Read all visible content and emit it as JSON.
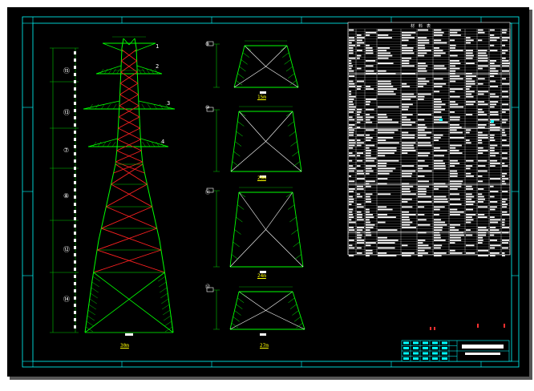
{
  "colors": {
    "background": "#000000",
    "frame": "#00ffff",
    "tower_green": "#00ff00",
    "tower_red": "#ff2020",
    "text_white": "#ffffff",
    "text_yellow": "#ffff00",
    "dimension_green": "#00c800"
  },
  "tower": {
    "crossarm_markers": [
      "1",
      "2",
      "3",
      "4"
    ],
    "section_markers": [
      "⑮",
      "⑬",
      "⑦",
      "⑧",
      "⑫",
      "⑭"
    ],
    "base_label": "30m"
  },
  "details": [
    {
      "tag": "⑧",
      "label": "15m"
    },
    {
      "tag": "⑩",
      "label": "20m"
    },
    {
      "tag": "⑪",
      "label": "24m"
    },
    {
      "tag": "⑫",
      "label": "27m"
    }
  ],
  "table": {
    "header": "材 料 表"
  },
  "title_block": {
    "rows": 4
  }
}
